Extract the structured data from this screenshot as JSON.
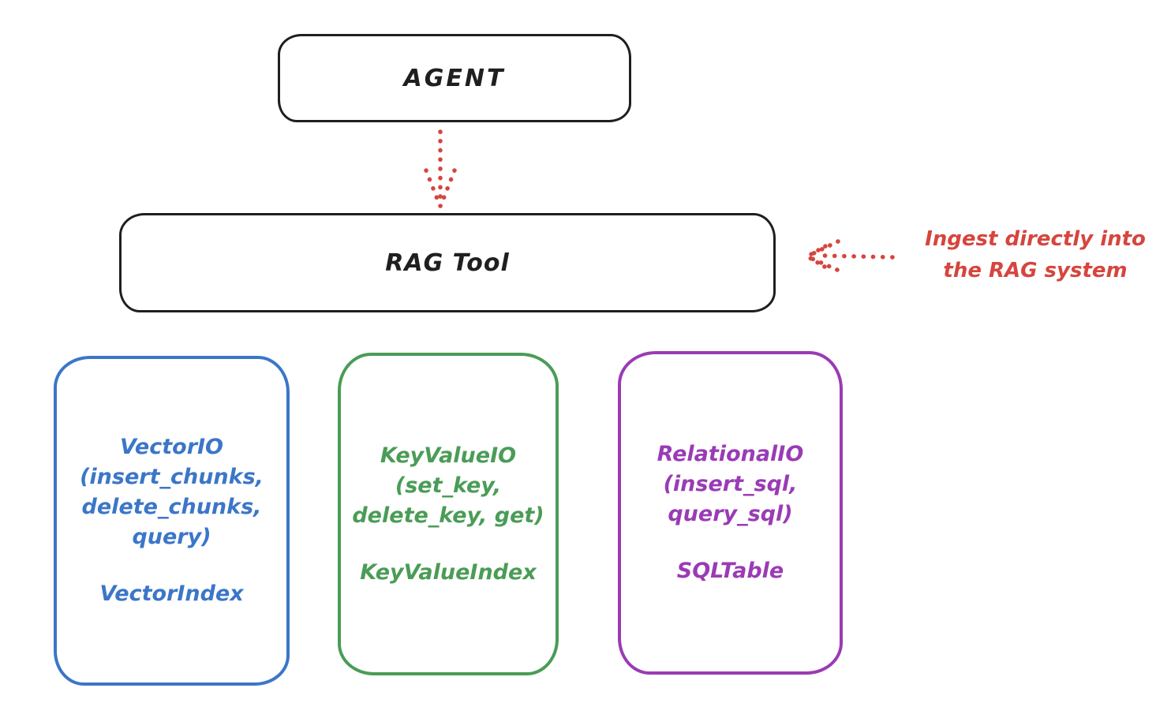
{
  "agent_box": {
    "label": "AGENT"
  },
  "rag_tool_box": {
    "label": "RAG Tool"
  },
  "annotation": {
    "line1": "Ingest directly into",
    "line2": "the RAG system"
  },
  "io_boxes": [
    {
      "name": "VectorIO",
      "lines": [
        "VectorIO",
        "(insert_chunks,",
        "delete_chunks,",
        "query)"
      ],
      "index_label": "VectorIndex",
      "color": "#3b76c8"
    },
    {
      "name": "KeyValueIO",
      "lines": [
        "KeyValueIO",
        "(set_key,",
        "delete_key, get)"
      ],
      "index_label": "KeyValueIndex",
      "color": "#4a9c56"
    },
    {
      "name": "RelationalIO",
      "lines": [
        "RelationalIO",
        "(insert_sql,",
        "query_sql)"
      ],
      "index_label": "SQLTable",
      "color": "#9a3bb5"
    }
  ],
  "colors": {
    "stroke_black": "#1f1f1f",
    "arrow_red": "#d6453e",
    "background": "#ffffff"
  }
}
